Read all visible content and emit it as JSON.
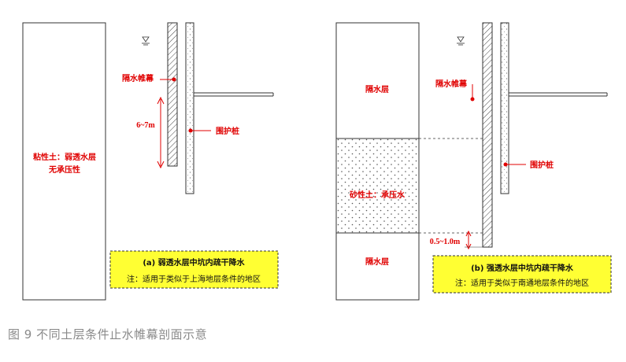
{
  "caption": "图 9 不同土层条件止水帷幕剖面示意",
  "panel_a": {
    "soil_label_line1": "粘性土：弱透水层",
    "soil_label_line2": "无承压性",
    "curtain_label": "隔水帷幕",
    "pile_label": "围护桩",
    "depth_label": "6~7m",
    "note_title": "(a) 弱透水层中坑内疏干降水",
    "note_text": "注：适用于类似于上海地层条件的地区"
  },
  "panel_b": {
    "aquiclude_top": "隔水层",
    "aquiclude_bottom": "隔水层",
    "sand_label": "砂性土：承压水",
    "curtain_label": "隔水帷幕",
    "pile_label": "围护桩",
    "depth_label": "0.5~1.0m",
    "note_title": "(b) 强透水层中坑内疏干降水",
    "note_text": "注：适用于类似于南通地层条件的地区"
  },
  "colors": {
    "annotation_red": "#e00000",
    "note_fill": "#ffff33",
    "line": "#333333"
  }
}
